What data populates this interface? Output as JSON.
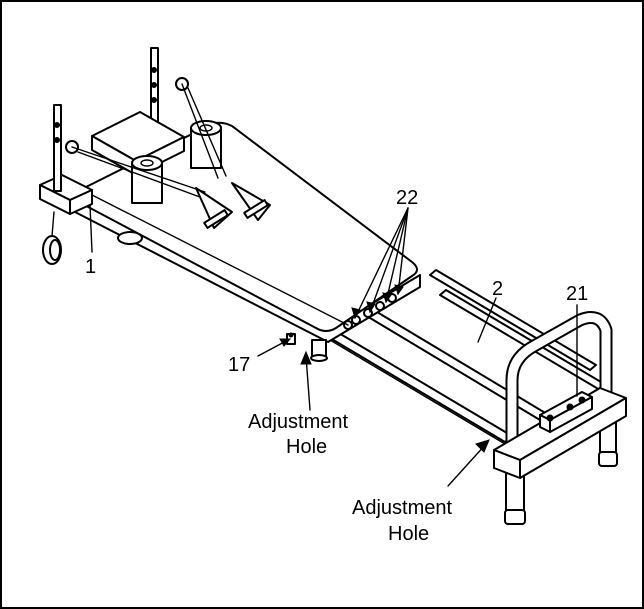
{
  "labels": {
    "part_1": "1",
    "part_2": "2",
    "part_17": "17",
    "part_21": "21",
    "part_22": "22",
    "adjustment_hole_1_line1": "Adjustment",
    "adjustment_hole_1_line2": "Hole",
    "adjustment_hole_2_line1": "Adjustment",
    "adjustment_hole_2_line2": "Hole"
  },
  "colors": {
    "line": "#000000",
    "background": "#ffffff"
  }
}
